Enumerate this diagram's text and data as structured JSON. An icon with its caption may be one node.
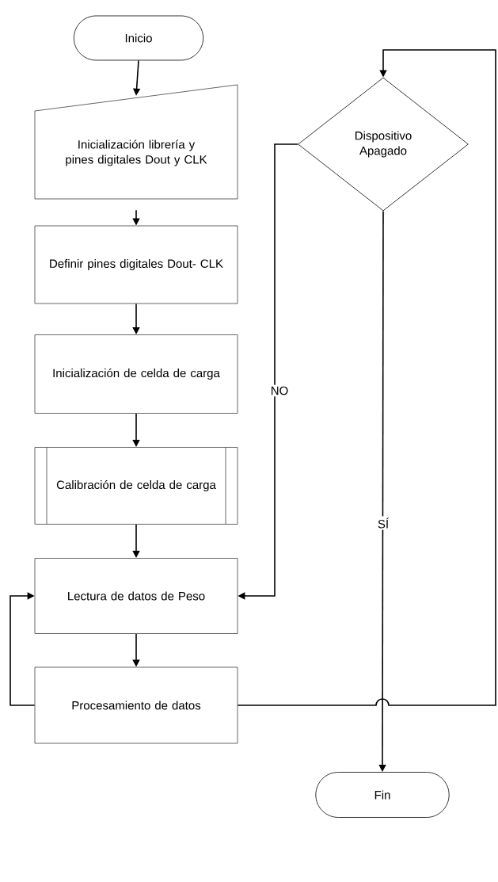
{
  "diagram": {
    "nodes": [
      {
        "text": [
          "Inicio"
        ]
      },
      {
        "text": [
          "Inicialización librería y pines digitales Dout y CLK"
        ]
      },
      {
        "text": [
          "Definir pines digitales Dout- CLK"
        ]
      },
      {
        "text": [
          "Inicialización de celda de carga"
        ]
      },
      {
        "text": [
          "Calibración de celda de carga"
        ]
      },
      {
        "text": [
          "Lectura de datos de Peso"
        ]
      },
      {
        "text": [
          "Procesamiento de datos"
        ]
      },
      {
        "text": [
          "Dispositivo Apagado"
        ]
      },
      {
        "text": [
          "Fin"
        ]
      }
    ],
    "edges": [
      {
        "from": 0,
        "to": 1,
        "arrow": "to"
      },
      {
        "from": 1,
        "to": 2,
        "arrow": "to"
      },
      {
        "from": 2,
        "to": 3,
        "arrow": "to"
      },
      {
        "from": 3,
        "to": 4,
        "arrow": "to"
      },
      {
        "from": 4,
        "to": 5,
        "arrow": "to"
      },
      {
        "from": 5,
        "to": 6,
        "arrow": "to"
      },
      {
        "from": 6,
        "to": 5,
        "arrow": "to"
      },
      {
        "from": 6,
        "to": 7,
        "arrow": "to"
      },
      {
        "from": 7,
        "to": 5,
        "label": "NO",
        "arrow": "to"
      },
      {
        "from": 7,
        "to": 8,
        "label": "SÍ",
        "arrow": "to"
      }
    ]
  }
}
